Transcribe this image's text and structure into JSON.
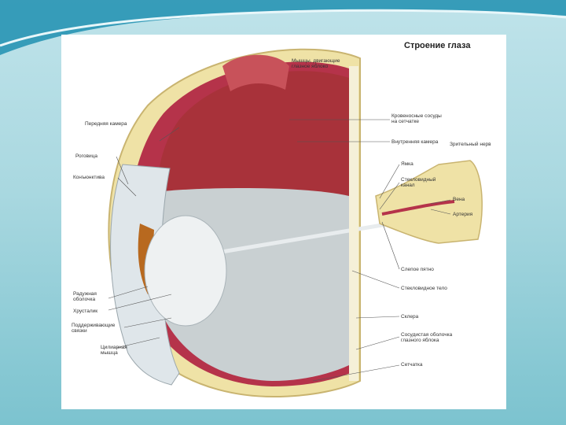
{
  "title": "Строение глаза",
  "labels": {
    "muscle": "Мышцы, двигающие\nглазное яблоко",
    "anterior_chamber": "Передняя камера",
    "cornea": "Роговица",
    "conjunctiva": "Конъюнктива",
    "iris": "Радужная\nоболочка",
    "lens": "Хрусталик",
    "ligaments": "Поддерживающие\nсвязки",
    "ciliary_muscle": "Цилиарная\nмышца",
    "blood_vessels": "Кровеносные сосуды\nна сетчатке",
    "inner_chamber": "Внутренняя камера",
    "optic_nerve": "Зрительный нерв",
    "fovea": "Ямка",
    "vitreous_canal": "Стекловидный\nканал",
    "vein": "Вена",
    "artery": "Артерия",
    "blind_spot": "Слепое пятно",
    "vitreous_body": "Стекловидное тело",
    "sclera": "Склера",
    "choroid": "Сосудистая оболочка\nглазного яблока",
    "retina": "Сетчатка"
  },
  "colors": {
    "background": "#a9d8e0",
    "sclera": "#efe2a6",
    "choroid": "#b5334a",
    "retina_interior": "#a8323a",
    "vitreous": "#c9d0d2",
    "lens": "#eef1f2",
    "iris": "#b8691f"
  }
}
